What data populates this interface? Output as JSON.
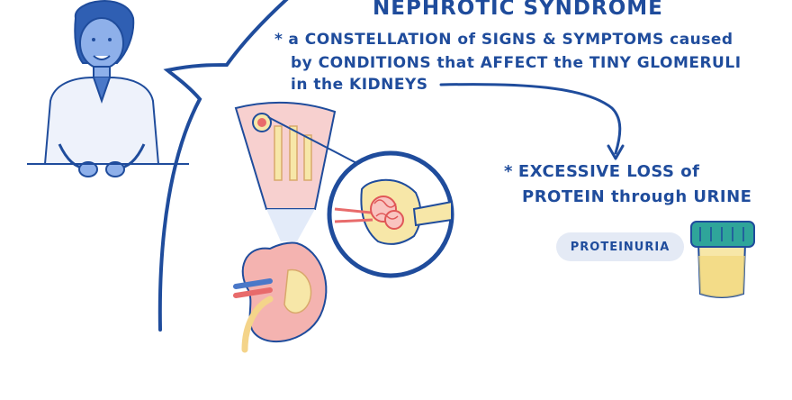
{
  "heading": {
    "title": "NEPHROTIC SYNDROME"
  },
  "definition": {
    "bullet": "*",
    "line1": "a CONSTELLATION of SIGNS & SYMPTOMS caused",
    "line2": "by CONDITIONS that AFFECT the TINY GLOMERULI",
    "line3": "in the KIDNEYS"
  },
  "consequence": {
    "bullet": "*",
    "line1": "EXCESSIVE LOSS of",
    "line2": "PROTEIN through URINE"
  },
  "badge": {
    "label": "PROTEINURIA"
  },
  "colors": {
    "ink": "#1f4c9c",
    "ink_light": "#4a78c8",
    "skin_blue": "#7fa4e0",
    "kidney_pink": "#f4b3b0",
    "urine_yellow": "#f7e7a8",
    "cup_teal": "#2fa59a"
  },
  "icons": [
    "instructor-figure",
    "speech-bubble-outline",
    "kidney-illustration",
    "nephron-zoom",
    "glomerulus-zoom",
    "urine-sample-cup",
    "curved-arrow-icon"
  ]
}
